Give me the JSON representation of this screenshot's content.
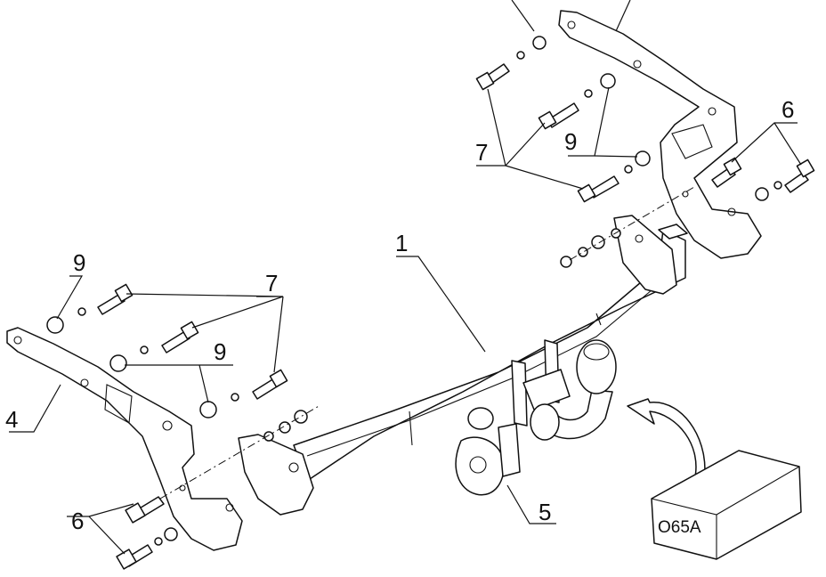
{
  "labels": {
    "part_1": "1",
    "part_4": "4",
    "part_5": "5",
    "part_6_right": "6",
    "part_6_left": "6",
    "part_7_right": "7",
    "part_7_left": "7",
    "part_9_right": "9",
    "part_9_left_top": "9",
    "part_9_left_mid": "9"
  },
  "box": {
    "code": "O65A"
  },
  "icons": {
    "arrow": "curved-arrow-icon"
  }
}
